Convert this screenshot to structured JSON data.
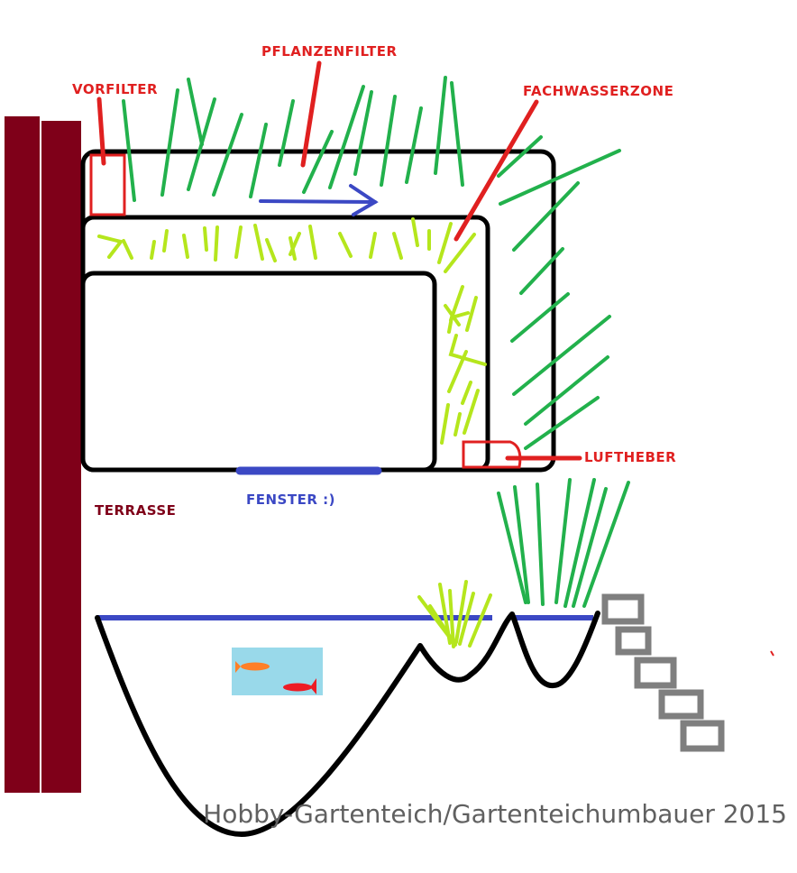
{
  "labels": {
    "vorfilter": "VORFILTER",
    "pflanzenfilter": "PFLANZENFILTER",
    "fachwasserzone": "FACHWASSERZONE",
    "luftheber": "LUFTHEBER",
    "terrasse": "TERRASSE",
    "fenster": "FENSTER :)"
  },
  "credit": "Hobby-Gartenteich/Gartenteichumbauer 2015",
  "colors": {
    "label_red": "#e02020",
    "terrace": "#7f0019",
    "water_line": "#3b48c4",
    "outline": "#000000",
    "reed_green": "#22b14c",
    "light_green": "#b5e61d",
    "stairs": "#7f7f7f",
    "fish_tank": "#99d9ea",
    "fish_orange": "#ff7f27",
    "fish_red": "#ed1c24",
    "credit_text": "#606060"
  }
}
